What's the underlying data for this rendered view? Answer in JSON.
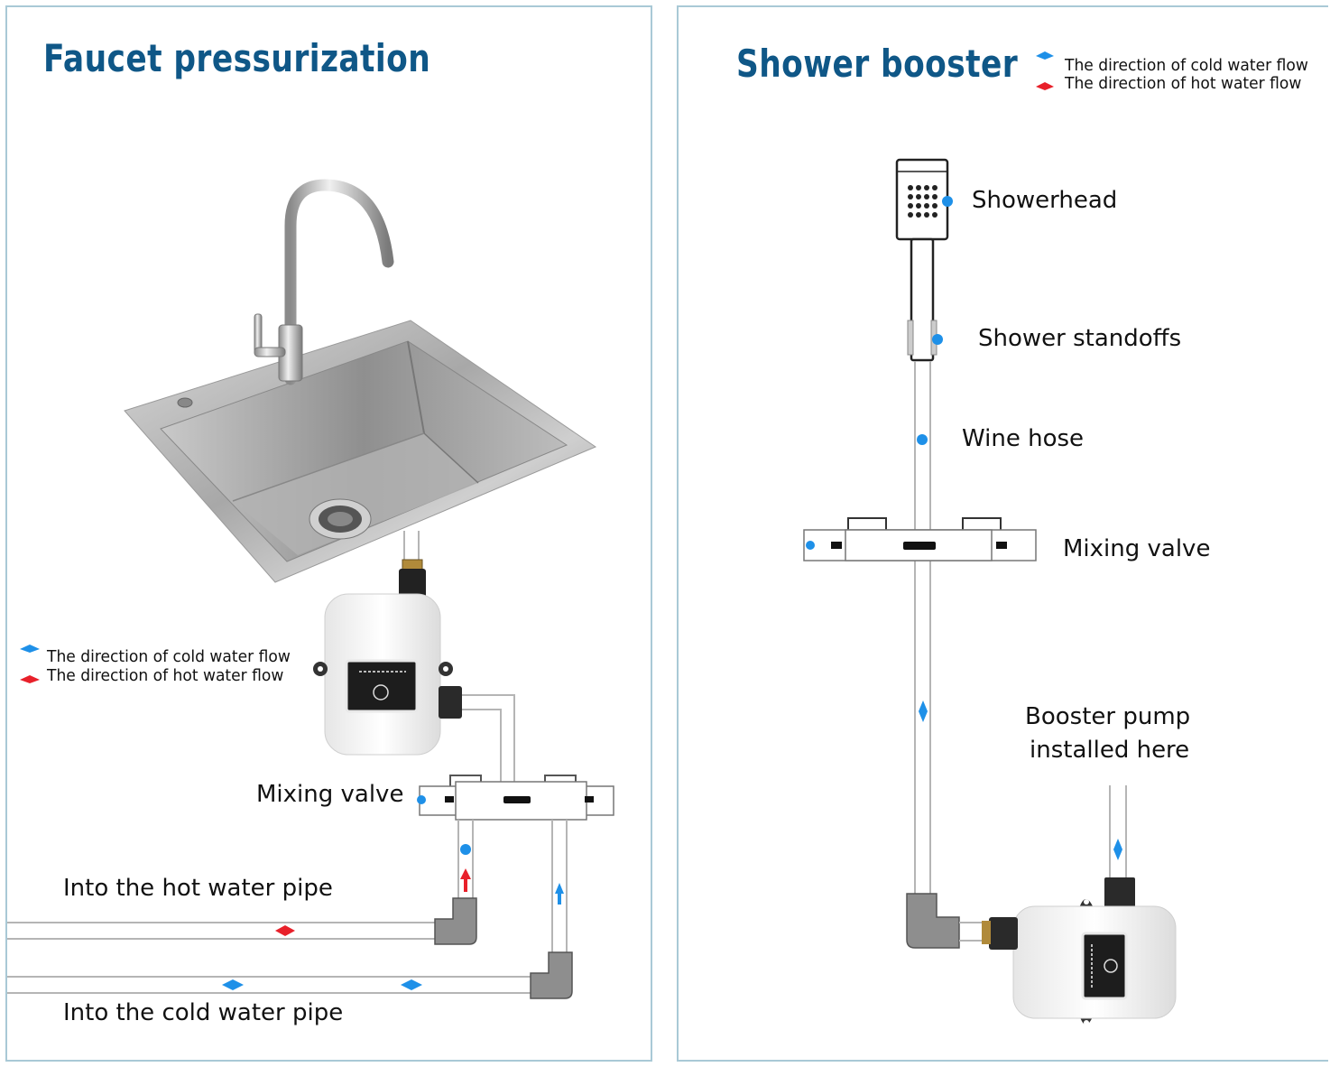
{
  "colors": {
    "title": "#0f5787",
    "cold_flow": "#1e90e8",
    "hot_flow": "#e8202a",
    "pipe": "#b5b5b5",
    "elbow": "#8e8e8e",
    "panel_border": "#a9c9d6"
  },
  "left_panel": {
    "title": "Faucet pressurization",
    "legend": {
      "cold": "The direction of cold water flow",
      "hot": "The direction of hot water flow"
    },
    "labels": {
      "mixing_valve": "Mixing valve",
      "hot_pipe": "Into the hot water pipe",
      "cold_pipe": "Into the cold water pipe"
    },
    "images": [
      "kitchen-sink-with-faucet",
      "booster-pump"
    ]
  },
  "right_panel": {
    "title": "Shower booster",
    "legend": {
      "cold": "The direction of cold water flow",
      "hot": "The direction of hot water flow"
    },
    "labels": {
      "showerhead": "Showerhead",
      "standoffs": "Shower standoffs",
      "hose": "Wine hose",
      "mixing_valve": "Mixing valve",
      "booster_line1": "Booster pump",
      "booster_line2": "installed here"
    },
    "images": [
      "booster-pump"
    ]
  }
}
